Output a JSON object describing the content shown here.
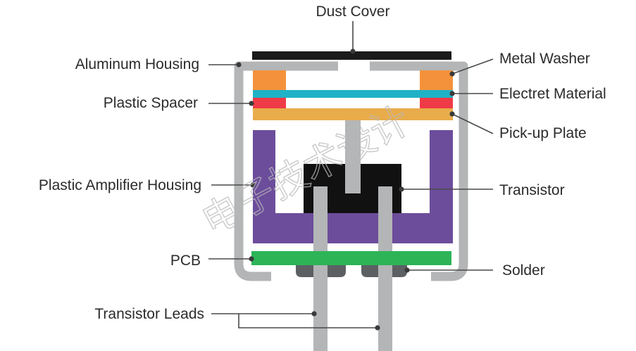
{
  "labels": {
    "dust_cover": "Dust Cover",
    "aluminum_housing": "Aluminum Housing",
    "metal_washer": "Metal Washer",
    "plastic_spacer": "Plastic Spacer",
    "electret_material": "Electret Material",
    "pickup_plate": "Pick-up Plate",
    "plastic_amplifier_housing": "Plastic Amplifier Housing",
    "transistor": "Transistor",
    "pcb": "PCB",
    "solder": "Solder",
    "transistor_leads": "Transistor Leads"
  },
  "watermark": "电子技术设计",
  "colors": {
    "housing": "#b3b5b6",
    "dust_cover": "#1b1b1b",
    "washer": "#f4923c",
    "spacer": "#ef3b47",
    "electret": "#1fb2c6",
    "pickup": "#e9ac4b",
    "amplifier_housing": "#6c4d9b",
    "transistor": "#111111",
    "pcb": "#2db457",
    "solder": "#5c6063",
    "text": "#2b2b2b"
  }
}
